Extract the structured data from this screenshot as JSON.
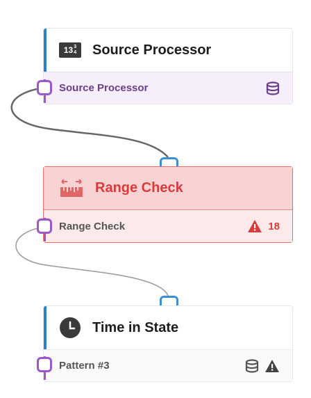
{
  "colors": {
    "accent_blue": "#2f7fc7",
    "port_purple": "#9b59c6",
    "error_red": "#d93a3a",
    "wire_gray": "#666666"
  },
  "nodes": [
    {
      "title": "Source Processor",
      "subtitle": "Source Processor",
      "icon": "number-fraction-icon",
      "icon_text": "13",
      "icon_sup": "3",
      "icon_sub": "4",
      "footer_icon": "database-icon",
      "state": "normal"
    },
    {
      "title": "Range Check",
      "subtitle": "Range Check",
      "icon": "ruler-range-icon",
      "footer_icon": "warning-icon",
      "warning_count": "18",
      "state": "error"
    },
    {
      "title": "Time in State",
      "subtitle": "Pattern #3",
      "icon": "clock-icon",
      "footer_icons": [
        "database-icon",
        "warning-icon"
      ],
      "state": "normal"
    }
  ],
  "connections": [
    {
      "from": "Source Processor",
      "to": "Range Check"
    },
    {
      "from": "Range Check",
      "to": "Time in State"
    }
  ]
}
